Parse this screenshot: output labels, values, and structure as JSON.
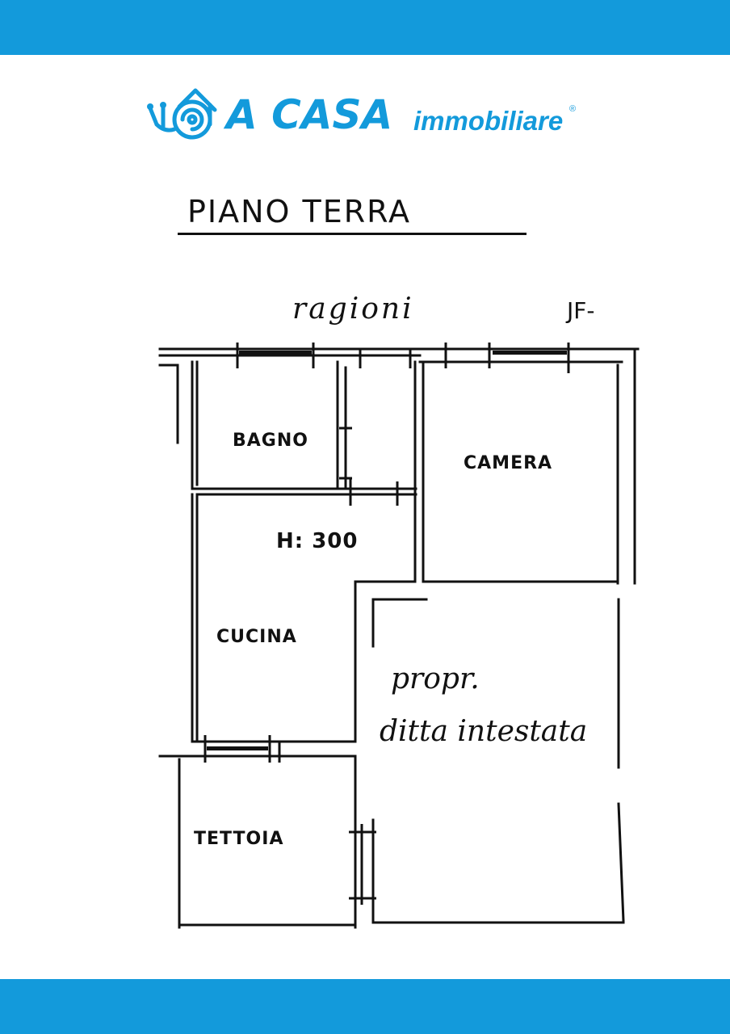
{
  "colors": {
    "band": "#139ADB",
    "brand": "#139ADB",
    "ink": "#111111"
  },
  "logo": {
    "icon": "snail-house-icon",
    "brand_main": "A CASA",
    "brand_sub": "immobiliare",
    "registered": "®"
  },
  "plan": {
    "title": "PIANO TERRA",
    "north_note": "ragioni",
    "corner_note": "JF-",
    "rooms": {
      "bagno": "BAGNO",
      "camera": "CAMERA",
      "cucina": "CUCINA",
      "tettoia": "TETTOIA"
    },
    "height_note": "H: 300",
    "property_note_line1": "propr.",
    "property_note_line2": "ditta intestata"
  }
}
